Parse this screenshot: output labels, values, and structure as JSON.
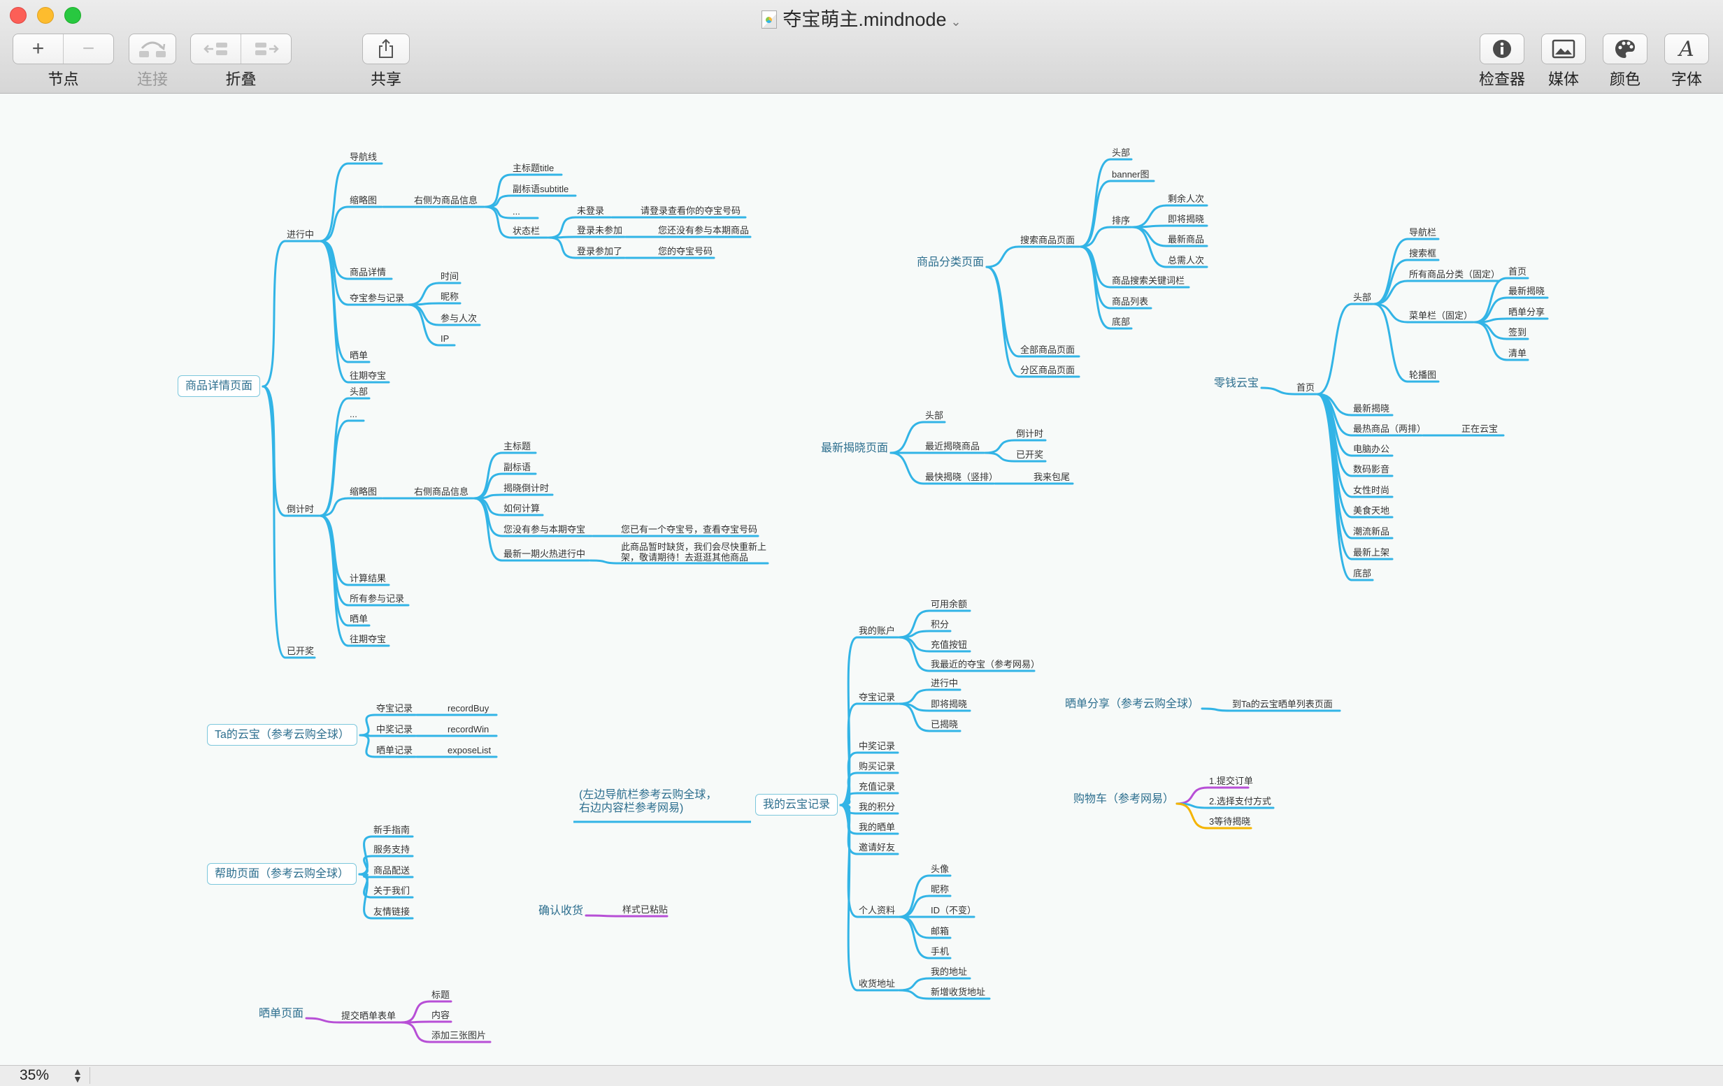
{
  "window": {
    "title": "夺宝萌主.mindnode"
  },
  "toolbar": {
    "node_label": "节点",
    "connect_label": "连接",
    "fold_label": "折叠",
    "share_label": "共享",
    "inspector_label": "检查器",
    "media_label": "媒体",
    "color_label": "颜色",
    "font_label": "字体"
  },
  "status": {
    "zoom": "35%"
  },
  "colors": {
    "branch": "#32b4e6",
    "purple": "#b74fd6",
    "yellow": "#f4b400",
    "accent_text": "#2c6e8e"
  },
  "icons": [
    "plus-icon",
    "minus-icon",
    "connect-icon",
    "fold-left-icon",
    "fold-right-icon",
    "share-icon",
    "info-icon",
    "media-icon",
    "palette-icon",
    "font-icon",
    "document-icon",
    "chevron-down-icon"
  ],
  "mindmap": {
    "roots": [
      {
        "id": "r1",
        "label": "商品详情页面"
      },
      {
        "id": "r2",
        "label": "Ta的云宝（参考云购全球）"
      },
      {
        "id": "r3",
        "label": "帮助页面（参考云购全球）"
      },
      {
        "id": "r4",
        "label": "晒单页面"
      },
      {
        "id": "r5",
        "label": "商品分类页面"
      },
      {
        "id": "r6",
        "label": "最新揭晓页面"
      },
      {
        "id": "r7",
        "label": "零钱云宝"
      },
      {
        "id": "r8",
        "label": "(左边导航栏参考云购全球，右边内容栏参考网易)"
      },
      {
        "id": "r9",
        "label": "我的云宝记录"
      },
      {
        "id": "r10",
        "label": "晒单分享（参考云购全球）"
      },
      {
        "id": "r11",
        "label": "购物车（参考网易）"
      },
      {
        "id": "r12",
        "label": "确认收货"
      }
    ],
    "nodes": {
      "n1": "进行中",
      "n2": "导航线",
      "n3": "缩略图",
      "n4": "右侧为商品信息",
      "n5": "主标题title",
      "n6": "副标语subtitle",
      "n7": "...",
      "n8": "状态栏",
      "n9": "未登录",
      "n10": "请登录查看你的夺宝号码",
      "n11": "登录未参加",
      "n12": "您还没有参与本期商品",
      "n13": "登录参加了",
      "n14": "您的夺宝号码",
      "n15": "商品详情",
      "n16": "夺宝参与记录",
      "n17": "时间",
      "n18": "昵称",
      "n19": "参与人次",
      "n20": "IP",
      "n21": "晒单",
      "n22": "往期夺宝",
      "n23": "倒计时",
      "n24": "头部",
      "n25": "...",
      "n26": "缩略图",
      "n27": "右侧商品信息",
      "n28": "主标题",
      "n29": "副标语",
      "n30": "揭晓倒计时",
      "n31": "如何计算",
      "n32": "您没有参与本期夺宝",
      "n33": "您已有一个夺宝号，查看夺宝号码",
      "n34": "最新一期火热进行中",
      "n35": "此商品暂时缺货，我们会尽快重新上架，敬请期待！去逛逛其他商品",
      "n36": "计算结果",
      "n37": "所有参与记录",
      "n38": "晒单",
      "n39": "往期夺宝",
      "n40": "已开奖",
      "n41": "夺宝记录",
      "n42": "recordBuy",
      "n43": "中奖记录",
      "n44": "recordWin",
      "n45": "晒单记录",
      "n46": "exposeList",
      "n47": "新手指南",
      "n48": "服务支持",
      "n49": "商品配送",
      "n50": "关于我们",
      "n51": "友情链接",
      "n52": "提交晒单表单",
      "n53": "标题",
      "n54": "内容",
      "n55": "添加三张图片",
      "n56": "搜索商品页面",
      "n57": "头部",
      "n58": "banner图",
      "n59": "排序",
      "n60": "剩余人次",
      "n61": "即将揭晓",
      "n62": "最新商品",
      "n63": "总需人次",
      "n64": "商品搜索关键词栏",
      "n65": "商品列表",
      "n66": "底部",
      "n67": "全部商品页面",
      "n68": "分区商品页面",
      "n69": "头部",
      "n70": "最近揭晓商品",
      "n71": "倒计时",
      "n72": "已开奖",
      "n73": "最快揭晓（竖排）",
      "n74": "我来包尾",
      "n75": "首页",
      "n76": "头部",
      "n77": "导航栏",
      "n78": "搜索框",
      "n79": "所有商品分类（固定）",
      "n80": "菜单栏（固定）",
      "n81": "首页",
      "n82": "最新揭晓",
      "n83": "晒单分享",
      "n84": "签到",
      "n85": "清单",
      "n86": "轮播图",
      "n87": "最新揭晓",
      "n88": "最热商品（两排）",
      "n89": "正在云宝",
      "n90": "电脑办公",
      "n91": "数码影音",
      "n92": "女性时尚",
      "n93": "美食天地",
      "n94": "潮流新品",
      "n95": "最新上架",
      "n96": "底部",
      "n97": "我的账户",
      "n98": "可用余额",
      "n99": "积分",
      "n100": "充值按钮",
      "n101": "我最近的夺宝（参考网易）",
      "n102": "夺宝记录",
      "n103": "进行中",
      "n104": "即将揭晓",
      "n105": "已揭晓",
      "n106": "中奖记录",
      "n107": "购买记录",
      "n108": "充值记录",
      "n109": "我的积分",
      "n110": "我的晒单",
      "n111": "邀请好友",
      "n112": "个人资料",
      "n113": "头像",
      "n114": "昵称",
      "n115": "ID（不变）",
      "n116": "邮箱",
      "n117": "手机",
      "n118": "收货地址",
      "n119": "我的地址",
      "n120": "新增收货地址",
      "n121": "到Ta的云宝晒单列表页面",
      "n122": "1.提交订单",
      "n123": "2.选择支付方式",
      "n124": "3等待揭晓",
      "n125": "样式已粘贴"
    }
  }
}
